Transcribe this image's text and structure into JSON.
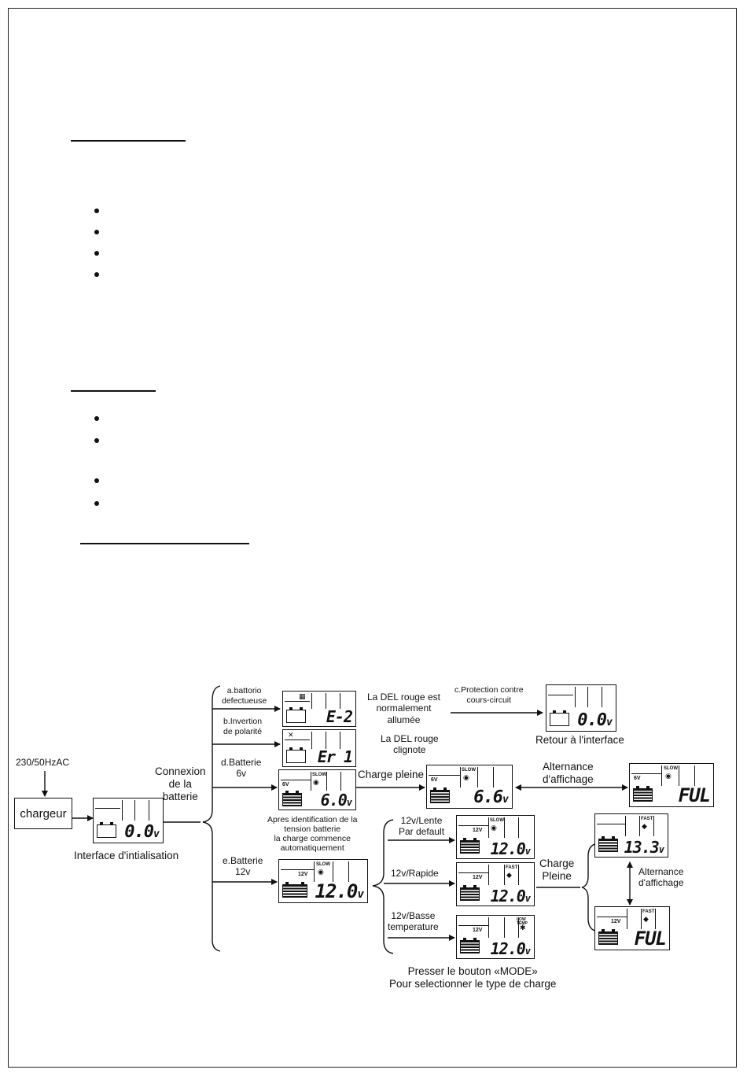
{
  "flow": {
    "source": "230/50HzAC",
    "charger": "chargeur",
    "init_caption": "Interface d'intialisation",
    "connect_label": "Connexion\nde la\nbatterie",
    "branch_a": "a.battorio\ndefectueuse",
    "branch_b": "b.Invertion\nde polarité",
    "branch_d": "d.Batterie\n6v",
    "branch_e": "e.Batterie\n12v",
    "led_on": "La DEL rouge est\nnormalement\nallumée",
    "led_blink": "La DEL rouge\nclignote",
    "protection": "c.Protection contre\ncours-circuit",
    "return_caption": "Retour à l'interface",
    "full_charge_6v": "Charge pleine",
    "alternance": "Alternance\nd'affichage",
    "auto_note": "Apres identification de la\ntension batterie\nla charge commence\nautomatiquement",
    "slow_label": "12v/Lente\nPar default",
    "fast_label": "12v/Rapide",
    "low_temp_label": "12v/Basse\ntemperature",
    "full_charge_12v": "Charge\nPleine",
    "alternance_12v": "Alternance\nd'affichage",
    "mode_note": "Presser le bouton «MODE»\nPour selectionner le type de charge"
  },
  "displays": {
    "init": {
      "reading": "0.0",
      "unit": "v"
    },
    "err2": {
      "reading": "E-2",
      "icon": "defect-icon"
    },
    "err1": {
      "reading": "Er 1",
      "icon": "reverse-polarity-icon"
    },
    "short": {
      "reading": "0.0",
      "unit": "v"
    },
    "bat6": {
      "reading": "6.0",
      "unit": "v",
      "voltage_badge": "6V",
      "mode_badge": "SLOW"
    },
    "full6": {
      "reading": "6.6",
      "unit": "v",
      "voltage_badge": "6V",
      "mode_badge": "SLOW"
    },
    "ful6": {
      "reading": "FUL",
      "voltage_badge": "6V",
      "mode_badge": "SLOW"
    },
    "bat12": {
      "reading": "12.0",
      "unit": "v",
      "voltage_badge": "12V",
      "mode_badge": "SLOW"
    },
    "slow12": {
      "reading": "12.0",
      "unit": "v",
      "voltage_badge": "12V",
      "mode_badge": "SLOW"
    },
    "fast12": {
      "reading": "12.0",
      "unit": "v",
      "voltage_badge": "12V",
      "mode_badge": "FAST"
    },
    "lowtemp12": {
      "reading": "12.0",
      "unit": "v",
      "voltage_badge": "12V",
      "mode_badge": "LOW TEMP"
    },
    "full12": {
      "reading": "13.3",
      "unit": "v",
      "mode_badge": "FAST"
    },
    "ful12": {
      "reading": "FUL",
      "voltage_badge": "12V",
      "mode_badge": "FAST"
    }
  }
}
